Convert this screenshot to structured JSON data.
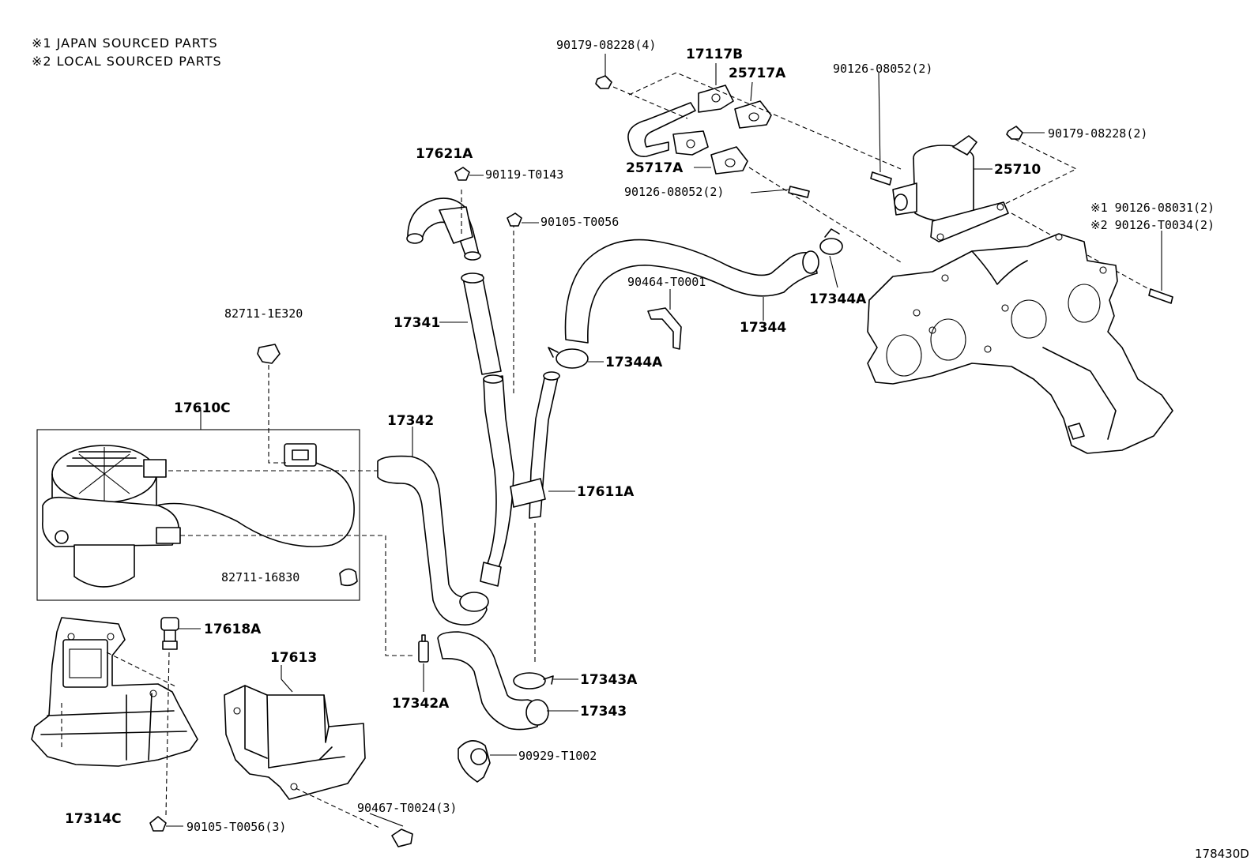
{
  "notes": [
    "※1 JAPAN SOURCED PARTS",
    "※2 LOCAL SOURCED PARTS"
  ],
  "diagram_code": "178430D",
  "labels": {
    "l_9017908228_4": "90179-08228(4)",
    "l_17117b": "17117B",
    "l_25717a_top": "25717A",
    "l_25717a_mid": "25717A",
    "l_9012608052_2_top": "90126-08052(2)",
    "l_9012608052_2_mid": "90126-08052(2)",
    "l_9017908228_2": "90179-08228(2)",
    "l_25710": "25710",
    "l_9012608031": "※1 90126-08031(2)",
    "l_90126t0034": "※2 90126-T0034(2)",
    "l_17621a": "17621A",
    "l_90119t0143": "90119-T0143",
    "l_90105t0056": "90105-T0056",
    "l_17341": "17341",
    "l_90464t0001": "90464-T0001",
    "l_17344": "17344",
    "l_17344a_right": "17344A",
    "l_17344a_mid": "17344A",
    "l_827111e320": "82711-1E320",
    "l_17610c": "17610C",
    "l_17342": "17342",
    "l_17611a": "17611A",
    "l_8271116830": "82711-16830",
    "l_17618a": "17618A",
    "l_17613": "17613",
    "l_17342a": "17342A",
    "l_17343a": "17343A",
    "l_17343": "17343",
    "l_90929t1002": "90929-T1002",
    "l_17314c": "17314C",
    "l_90105t0056_3": "90105-T0056(3)",
    "l_90467t0024_3": "90467-T0024(3)"
  }
}
